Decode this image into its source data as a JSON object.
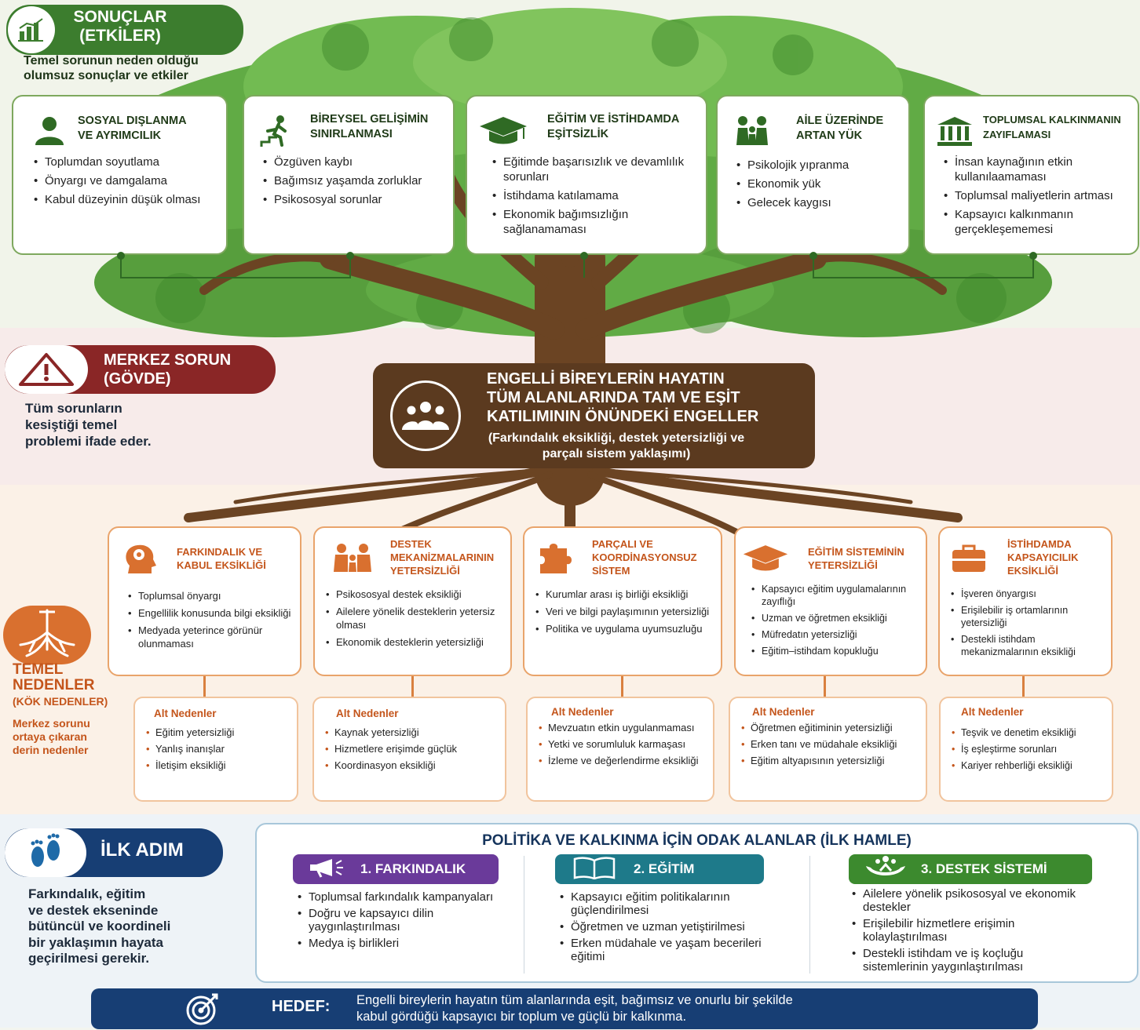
{
  "colors": {
    "green": "#3c7d2e",
    "red": "#8a2626",
    "brown": "#5b3a1f",
    "orange": "#d9702f",
    "blue": "#173e74",
    "purple": "#6a3a9a",
    "teal": "#1e7a8a",
    "leafgreen": "#4a9a35"
  },
  "results": {
    "title_line1": "SONUÇLAR",
    "title_line2": "(ETKİLER)",
    "desc_line1": "Temel sorunun neden olduğu",
    "desc_line2": "olumsuz sonuçlar ve etkiler",
    "icon": "bar-chart-icon"
  },
  "effects": [
    {
      "title_line1": "SOSYAL DIŞLANMA",
      "title_line2": "VE AYRIMCILIK",
      "icon": "person-icon",
      "items": [
        "Toplumdan soyutlama",
        "Önyargı ve damgalama",
        "Kabul düzeyinin düşük olması"
      ]
    },
    {
      "title_line1": "BİREYSEL GELİŞİMİN",
      "title_line2": "SINIRLANMASI",
      "icon": "stairs-climber-icon",
      "items": [
        "Özgüven kaybı",
        "Bağımsız yaşamda zorluklar",
        "Psikososyal sorunlar"
      ]
    },
    {
      "title_line1": "EĞİTİM VE İSTİHDAMDA",
      "title_line2": "EŞİTSİZLİK",
      "icon": "graduation-cap-icon",
      "items": [
        "Eğitimde başarısızlık ve devamlılık sorunları",
        "İstihdama katılamama",
        "Ekonomik bağımsızlığın sağlanamaması"
      ]
    },
    {
      "title_line1": "AİLE ÜZERİNDE",
      "title_line2": "ARTAN YÜK",
      "icon": "family-icon",
      "items": [
        "Psikolojik yıpranma",
        "Ekonomik yük",
        "Gelecek kaygısı"
      ]
    },
    {
      "title_line1": "TOPLUMSAL KALKINMANIN",
      "title_line2": "ZAYIFLAMASI",
      "icon": "institution-icon",
      "items": [
        "İnsan kaynağının etkin kullanılaamaması",
        "Toplumsal maliyetlerin artması",
        "Kapsayıcı kalkınmanın gerçekleşememesi"
      ]
    }
  ],
  "core": {
    "title_line1": "MERKEZ SORUN",
    "title_line2": "(GÖVDE)",
    "desc_line1": "Tüm sorunların",
    "desc_line2": "kesiştiği temel",
    "desc_line3": "problemi ifade eder.",
    "icon": "warning-icon",
    "box_line1": "ENGELLİ BİREYLERİN HAYATIN",
    "box_line2": "TÜM ALANLARINDA TAM VE EŞİT",
    "box_line3": "KATILIMININ ÖNÜNDEKİ ENGELLER",
    "box_sub1": "(Farkındalık eksikliği, destek yetersizliği ve",
    "box_sub2": "parçalı sistem yaklaşımı)",
    "box_icon": "people-group-icon"
  },
  "roots": {
    "title_line1": "TEMEL",
    "title_line2": "NEDENLER",
    "title_line3": "(KÖK NEDENLER)",
    "desc_line1": "Merkez sorunu",
    "desc_line2": "ortaya çıkaran",
    "desc_line3": "derin nedenler",
    "icon": "roots-icon"
  },
  "causes": [
    {
      "title_line1": "FARKINDALIK VE",
      "title_line2": "KABUL EKSİKLİĞİ",
      "title_line3": "",
      "icon": "brain-head-icon",
      "items": [
        "Toplumsal önyargı",
        "Engellilik konusunda bilgi eksikliği",
        "Medyada yeterince görünür olunmaması"
      ],
      "sub_title": "Alt Nedenler",
      "sub": [
        "Eğitim yetersizliği",
        "Yanlış inanışlar",
        "İletişim eksikliği"
      ]
    },
    {
      "title_line1": "DESTEK",
      "title_line2": "MEKANİZMALARININ",
      "title_line3": "YETERSİZLİĞİ",
      "icon": "family-support-icon",
      "items": [
        "Psikososyal destek eksikliği",
        "Ailelere yönelik desteklerin yetersiz olması",
        "Ekonomik desteklerin yetersizliği"
      ],
      "sub_title": "Alt Nedenler",
      "sub": [
        "Kaynak yetersizliği",
        "Hizmetlere erişimde güçlük",
        "Koordinasyon eksikliği"
      ]
    },
    {
      "title_line1": "PARÇALI VE",
      "title_line2": "KOORDİNASYONSUZ",
      "title_line3": "SİSTEM",
      "icon": "puzzle-icon",
      "items": [
        "Kurumlar arası iş birliği eksikliği",
        "Veri ve bilgi paylaşımının yetersizliği",
        "Politika ve uygulama uyumsuzluğu"
      ],
      "sub_title": "Alt Nedenler",
      "sub": [
        "Mevzuatın etkin uygulanmaması",
        "Yetki ve sorumluluk karmaşası",
        "İzleme ve değerlendirme eksikliği"
      ]
    },
    {
      "title_line1": "EĞİTİM SİSTEMİNİN",
      "title_line2": "YETERSİZLİĞİ",
      "title_line3": "",
      "icon": "graduation-cap-icon",
      "items": [
        "Kapsayıcı eğitim uygulamalarının zayıflığı",
        "Uzman ve öğretmen eksikliği",
        "Müfredatın yetersizliği",
        "Eğitim–istihdam kopukluğu"
      ],
      "sub_title": "Alt Nedenler",
      "sub": [
        "Öğretmen eğitiminin yetersizliği",
        "Erken tanı ve müdahale eksikliği",
        "Eğitim altyapısının yetersizliği"
      ]
    },
    {
      "title_line1": "İSTİHDAMDA",
      "title_line2": "KAPSAYICILIK",
      "title_line3": "EKSİKLİĞİ",
      "icon": "briefcase-icon",
      "items": [
        "İşveren önyargısı",
        "Erişilebilir iş ortamlarının yetersizliği",
        "Destekli istihdam mekanizmalarının eksikliği"
      ],
      "sub_title": "Alt Nedenler",
      "sub": [
        "Teşvik ve denetim eksikliği",
        "İş eşleştirme sorunları",
        "Kariyer rehberliği eksikliği"
      ]
    }
  ],
  "first_step": {
    "title": "İLK ADIM",
    "icon": "footprints-icon",
    "desc_line1": "Farkındalık, eğitim",
    "desc_line2": "ve destek ekseninde",
    "desc_line3": "bütüncül ve koordineli",
    "desc_line4": "bir yaklaşımın hayata",
    "desc_line5": "geçirilmesi gerekir."
  },
  "policy": {
    "title": "POLİTİKA VE KALKINMA İÇİN ODAK ALANLAR (İLK HAMLE)",
    "areas": [
      {
        "label": "1. FARKINDALIK",
        "icon": "megaphone-icon",
        "items": [
          "Toplumsal farkındalık kampanyaları",
          "Doğru ve kapsayıcı dilin yaygınlaştırılması",
          "Medya iş birlikleri"
        ]
      },
      {
        "label": "2. EĞİTİM",
        "icon": "open-book-icon",
        "items": [
          "Kapsayıcı eğitim politikalarının güçlendirilmesi",
          "Öğretmen ve uzman yetiştirilmesi",
          "Erken müdahale ve yaşam becerileri eğitimi"
        ]
      },
      {
        "label": "3. DESTEK SİSTEMİ",
        "icon": "helping-hands-icon",
        "items": [
          "Ailelere yönelik psikososyal ve ekonomik destekler",
          "Erişilebilir hizmetlere erişimin kolaylaştırılması",
          "Destekli istihdam ve iş koçluğu sistemlerinin yaygınlaştırılması"
        ]
      }
    ]
  },
  "goal": {
    "label": "HEDEF:",
    "icon": "target-icon",
    "text_line1": "Engelli bireylerin hayatın tüm alanlarında eşit, bağımsız ve onurlu bir şekilde",
    "text_line2": "kabul gördüğü kapsayıcı bir toplum ve güçlü bir kalkınma."
  }
}
